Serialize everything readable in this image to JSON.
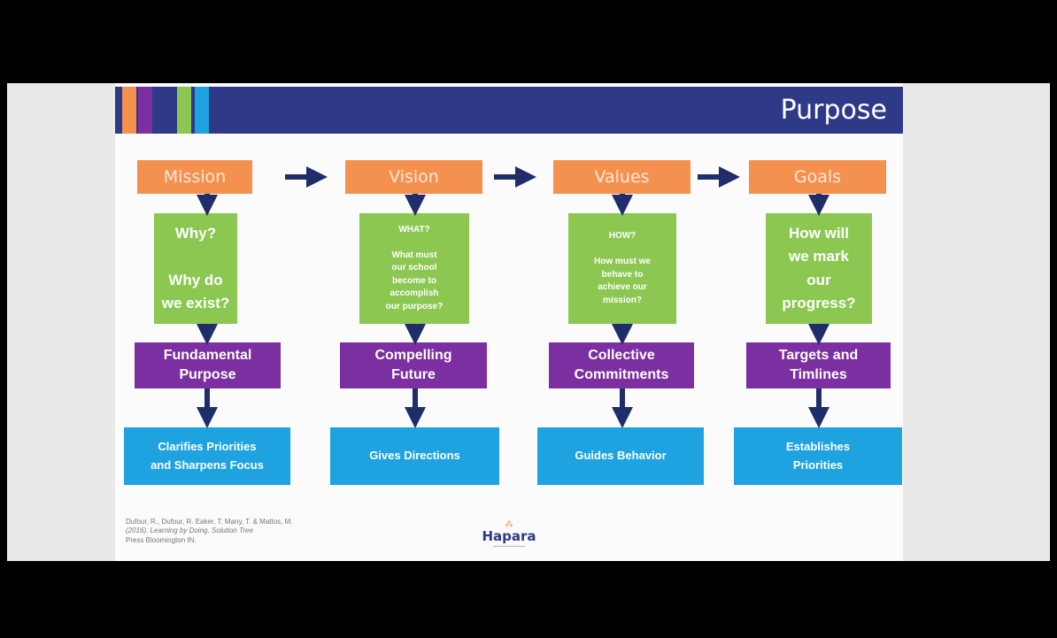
{
  "slide": {
    "title": "Purpose",
    "stripe_colors": [
      "#f5914f",
      "#7b2fa0",
      "#2e3a87",
      "#8cc752",
      "#1fa3e0"
    ],
    "columns": [
      {
        "header": "Mission",
        "question": "Why?\n\nWhy do\nwe exist?",
        "result": "Fundamental\nPurpose",
        "outcome": "Clarifies Priorities\nand Sharpens Focus"
      },
      {
        "header": "Vision",
        "question": "WHAT?\n\nWhat must\nour school\nbecome to\naccomplish\nour purpose?",
        "result": "Compelling\nFuture",
        "outcome": "Gives Directions"
      },
      {
        "header": "Values",
        "question": "HOW?\n\nHow must we\nbehave to\nachieve our\nmission?",
        "result": "Collective\nCommitments",
        "outcome": "Guides Behavior"
      },
      {
        "header": "Goals",
        "question": "How will\nwe mark\nour\nprogress?",
        "result": "Targets and\nTimlines",
        "outcome": "Establishes\nPriorities"
      }
    ],
    "citation": {
      "line1": "Dufour, R., Dufour, R. Eaker, T. Many, T. & Mattos, M.",
      "line2": "(2016). Learning by Doing. Solution Tree",
      "line3": "Press Bloomington IN."
    },
    "logo": {
      "text": "Hapara"
    }
  }
}
